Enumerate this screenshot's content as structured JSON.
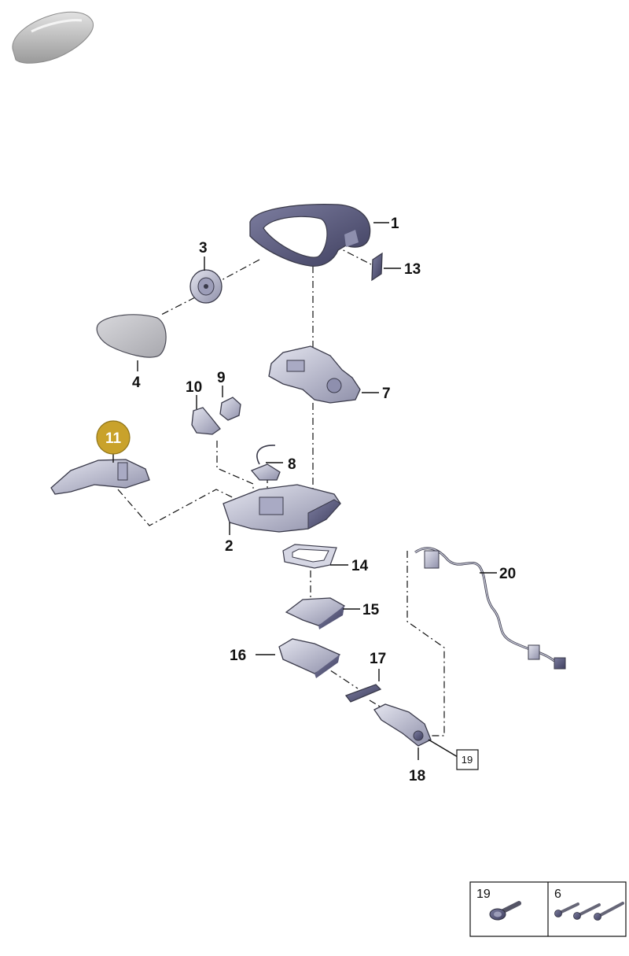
{
  "callouts": {
    "c1": "1",
    "c2": "2",
    "c3": "3",
    "c4": "4",
    "c6": "6",
    "c7": "7",
    "c8": "8",
    "c9": "9",
    "c10": "10",
    "c11": "11",
    "c13": "13",
    "c14": "14",
    "c15": "15",
    "c16": "16",
    "c17": "17",
    "c18": "18",
    "c19": "19",
    "c20": "20"
  },
  "highlighted_part": "11",
  "legend": {
    "left": "19",
    "right": "6"
  },
  "colors": {
    "highlight": "#c9a22b",
    "part_fill": "#c9cad9",
    "part_dark": "#4a4a6a",
    "thumbnail": "#b9b9b9"
  },
  "icons": {
    "thumbnail": "car-silhouette-icon",
    "legend_left": "flange-bolt-icon",
    "legend_right": "screws-icon"
  }
}
